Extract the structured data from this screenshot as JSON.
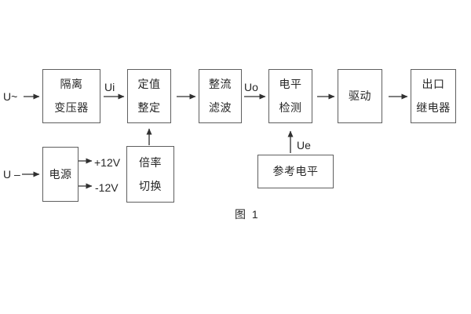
{
  "diagram": {
    "caption": "图 1",
    "colors": {
      "background": "#ffffff",
      "box_border": "#5f5f5f",
      "line": "#303030",
      "text": "#262626"
    },
    "inputs": {
      "ac_label": "U~",
      "dc_label": "U –"
    },
    "signal_labels": {
      "ui": "Ui",
      "uo": "Uo",
      "ue": "Ue",
      "plus_12v": "+12V",
      "minus_12v": "-12V"
    },
    "blocks": [
      {
        "name": "isolation-transformer",
        "lines": [
          "隔离",
          "变压器"
        ]
      },
      {
        "name": "setpoint-adjustment",
        "lines": [
          "定值",
          "整定"
        ]
      },
      {
        "name": "rectifier-filter",
        "lines": [
          "整流",
          "滤波"
        ]
      },
      {
        "name": "level-detection",
        "lines": [
          "电平",
          "检测"
        ]
      },
      {
        "name": "driver",
        "lines": [
          "驱动"
        ]
      },
      {
        "name": "output-relay",
        "lines": [
          "出口",
          "继电器"
        ]
      },
      {
        "name": "power-supply",
        "lines": [
          "电源"
        ]
      },
      {
        "name": "ratio-switching",
        "lines": [
          "倍率",
          "切换"
        ]
      },
      {
        "name": "reference-level",
        "lines": [
          "参考电平"
        ]
      }
    ]
  }
}
